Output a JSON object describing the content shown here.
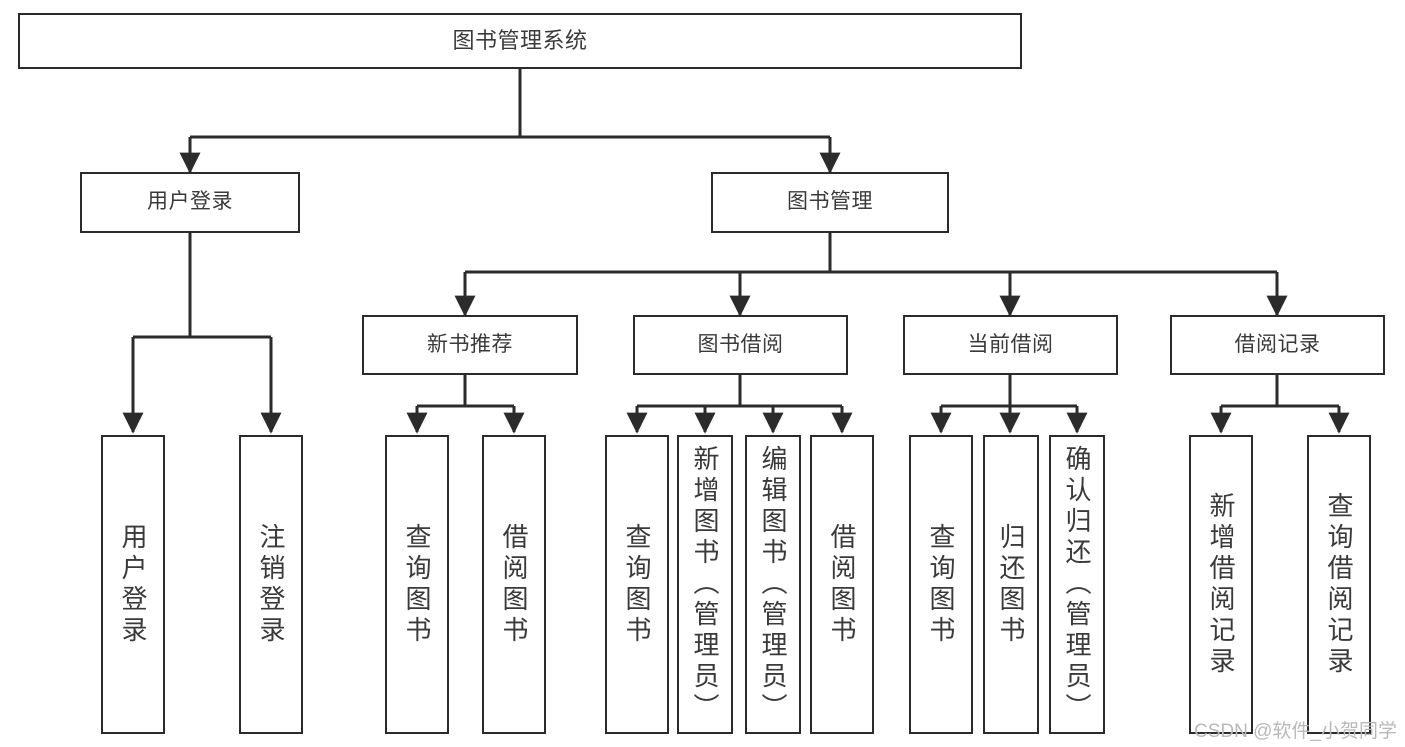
{
  "diagram": {
    "title": "图书管理系统",
    "orientation": "top-down",
    "line_color": "#2b2b2b",
    "box_fill": "#ffffff",
    "text_color": "#3a3a3a"
  },
  "root": {
    "label": "图书管理系统"
  },
  "level2": [
    {
      "id": "user-login",
      "label": "用户登录"
    },
    {
      "id": "book-manage",
      "label": "图书管理"
    }
  ],
  "level3": [
    {
      "id": "new-book-rec",
      "label": "新书推荐"
    },
    {
      "id": "book-borrow",
      "label": "图书借阅"
    },
    {
      "id": "current-borrow",
      "label": "当前借阅"
    },
    {
      "id": "borrow-record",
      "label": "借阅记录"
    }
  ],
  "leaves": {
    "user_login": [
      {
        "id": "leaf-user-login",
        "label": "用户登录"
      },
      {
        "id": "leaf-logout-login",
        "label": "注销登录"
      }
    ],
    "new_book_rec": [
      {
        "id": "leaf-query-book-1",
        "label": "查询图书"
      },
      {
        "id": "leaf-borrow-book-1",
        "label": "借阅图书"
      }
    ],
    "book_borrow": [
      {
        "id": "leaf-query-book-2",
        "label": "查询图书"
      },
      {
        "id": "leaf-add-book",
        "label": "新增图书（管理员）"
      },
      {
        "id": "leaf-edit-book",
        "label": "编辑图书（管理员）"
      },
      {
        "id": "leaf-borrow-book-2",
        "label": "借阅图书"
      }
    ],
    "current_borrow": [
      {
        "id": "leaf-query-book-3",
        "label": "查询图书"
      },
      {
        "id": "leaf-return-book",
        "label": "归还图书"
      },
      {
        "id": "leaf-confirm-return",
        "label": "确认归还（管理员）"
      }
    ],
    "borrow_record": [
      {
        "id": "leaf-add-record",
        "label": "新增借阅记录"
      },
      {
        "id": "leaf-query-record",
        "label": "查询借阅记录"
      }
    ]
  },
  "watermark": {
    "text": "CSDN @软件_小贺同学"
  }
}
